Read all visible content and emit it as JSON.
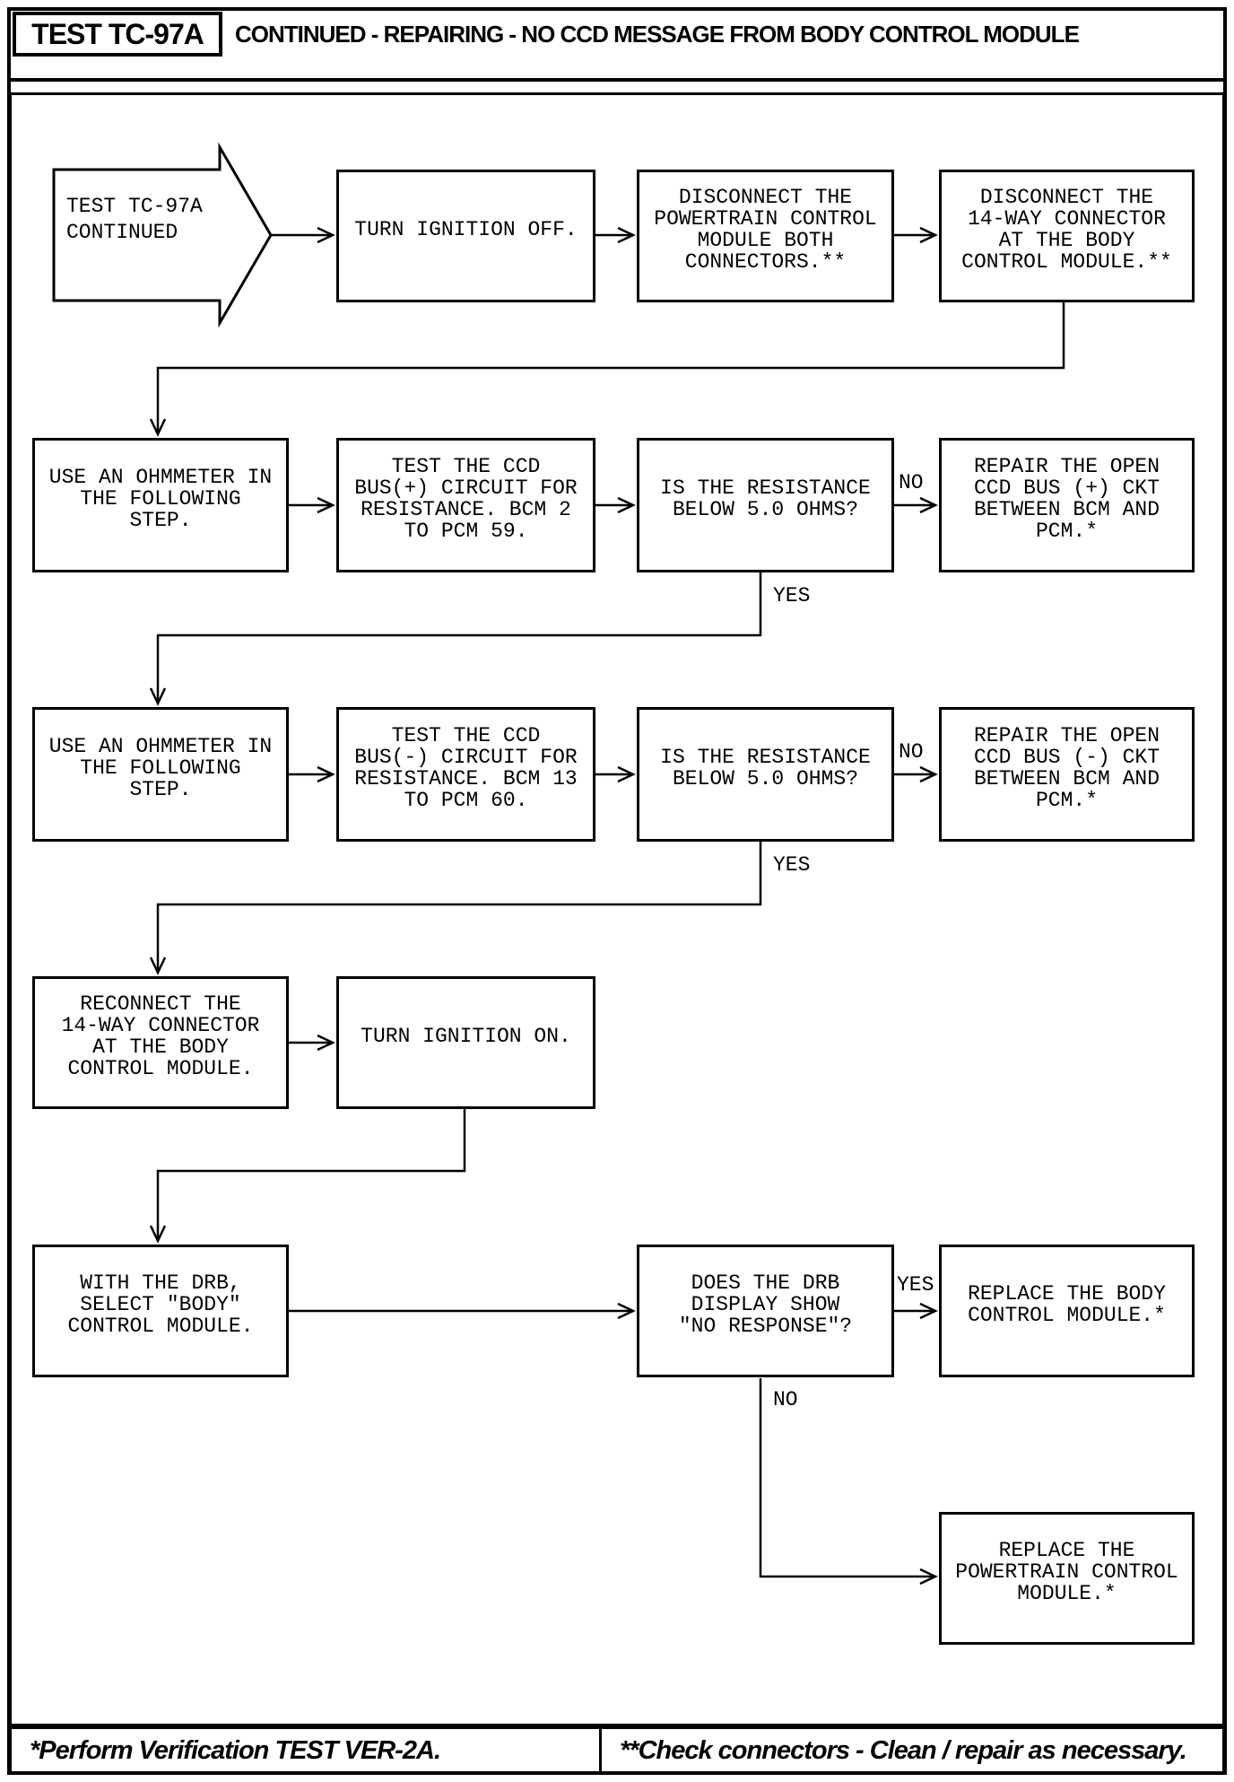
{
  "header": {
    "test_id": "TEST TC-97A",
    "title": "CONTINUED - REPAIRING - NO CCD MESSAGE FROM BODY CONTROL MODULE"
  },
  "flowchart": {
    "start": "TEST TC-97A\nCONTINUED",
    "boxes": {
      "turn_ignition_off": "TURN IGNITION OFF.",
      "disconnect_pcm": "DISCONNECT THE\nPOWERTRAIN CONTROL\nMODULE BOTH\nCONNECTORS.**",
      "disconnect_14way": "DISCONNECT THE\n14-WAY CONNECTOR\nAT THE BODY\nCONTROL MODULE.**",
      "use_ohmmeter_1": "USE AN OHMMETER IN\nTHE FOLLOWING\nSTEP.",
      "test_bus_plus": "TEST THE CCD\nBUS(+) CIRCUIT FOR\nRESISTANCE. BCM 2\nTO PCM 59.",
      "resistance_check_1": "IS THE RESISTANCE\nBELOW 5.0 OHMS?",
      "repair_bus_plus": "REPAIR THE OPEN\nCCD BUS (+) CKT\nBETWEEN BCM AND\nPCM.*",
      "use_ohmmeter_2": "USE AN OHMMETER IN\nTHE FOLLOWING\nSTEP.",
      "test_bus_minus": "TEST THE CCD\nBUS(-) CIRCUIT FOR\nRESISTANCE. BCM 13\nTO PCM 60.",
      "resistance_check_2": "IS THE RESISTANCE\nBELOW 5.0 OHMS?",
      "repair_bus_minus": "REPAIR THE OPEN\nCCD BUS (-) CKT\nBETWEEN BCM AND\nPCM.*",
      "reconnect_14way": "RECONNECT THE\n14-WAY CONNECTOR\nAT THE BODY\nCONTROL MODULE.",
      "turn_ignition_on": "TURN IGNITION ON.",
      "drb_select_body": "WITH THE DRB,\nSELECT \"BODY\"\nCONTROL MODULE.",
      "drb_no_response": "DOES THE DRB\nDISPLAY SHOW\n\"NO RESPONSE\"?",
      "replace_bcm": "REPLACE THE BODY\nCONTROL MODULE.*",
      "replace_pcm": "REPLACE THE\nPOWERTRAIN CONTROL\nMODULE.*"
    },
    "labels": {
      "yes_1": "YES",
      "no_1": "NO",
      "yes_2": "YES",
      "no_2": "NO",
      "yes_3": "YES",
      "no_3": "NO"
    }
  },
  "footer": {
    "left_note": "*Perform Verification TEST VER-2A.",
    "right_note": "**Check connectors - Clean / repair as necessary."
  }
}
